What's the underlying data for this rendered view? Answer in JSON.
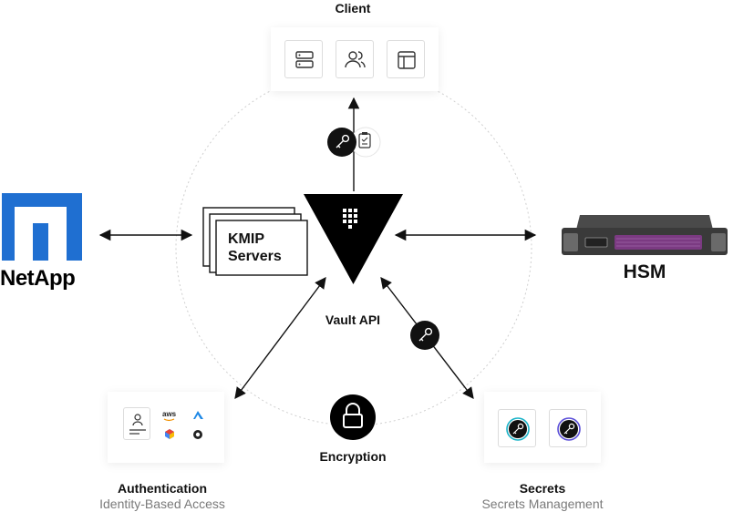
{
  "client": {
    "title": "Client"
  },
  "netapp": {
    "name": "NetApp",
    "brand_color": "#0067c5"
  },
  "kmip": {
    "line1": "KMIP",
    "line2": "Servers"
  },
  "vault": {
    "label": "Vault API"
  },
  "hsm": {
    "name": "HSM",
    "grille_color": "#8a3c8a"
  },
  "encryption": {
    "label": "Encryption"
  },
  "authentication": {
    "title": "Authentication",
    "subtitle": "Identity-Based Access",
    "providers": [
      "aws"
    ]
  },
  "secrets": {
    "title": "Secrets",
    "subtitle": "Secrets Management"
  },
  "icons": {
    "client_tiles": [
      "server-icon",
      "users-icon",
      "layout-icon"
    ],
    "auth_tiles": [
      "user-id-icon",
      "cloud-providers-icon"
    ],
    "secret_tiles": [
      "key-badge-icon",
      "key-badge-icon"
    ]
  }
}
